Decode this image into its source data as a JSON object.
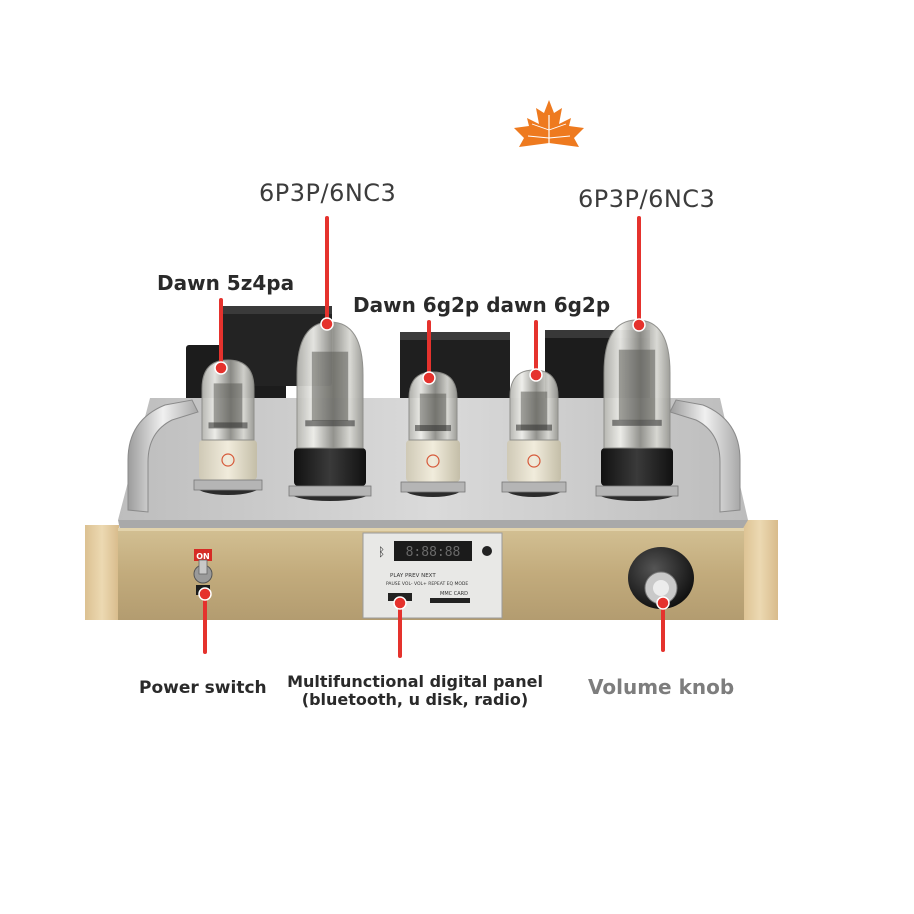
{
  "labels": {
    "tube_left_outer": "6P3P/6NC3",
    "tube_right_outer": "6P3P/6NC3",
    "rectifier": "Dawn 5z4pa",
    "drivers": "Dawn 6g2p dawn 6g2p",
    "power_switch": "Power switch",
    "panel_line1": "Multifunctional digital panel",
    "panel_line2": "(bluetooth, u disk, radio)",
    "volume_knob": "Volume knob"
  },
  "panel": {
    "switch_on": "ON",
    "display": "8:88:88",
    "button_row1": "PLAY  PREV  NEXT",
    "button_row2": "PAUSE VOL-  VOL+ REPEAT  EQ   MODE",
    "card_label": "MMC CARD"
  },
  "colors": {
    "pointer_red": "#e5322d",
    "wood": "#e6cfa1",
    "chassis_gold": "#c5b084",
    "steel": "#cfcfcf",
    "transformer": "#1e1e1e",
    "leaf_orange": "#ee7a1f"
  },
  "icons": [
    "maple-leaf-logo",
    "bluetooth-icon",
    "usb-icon",
    "sd-card-icon"
  ]
}
